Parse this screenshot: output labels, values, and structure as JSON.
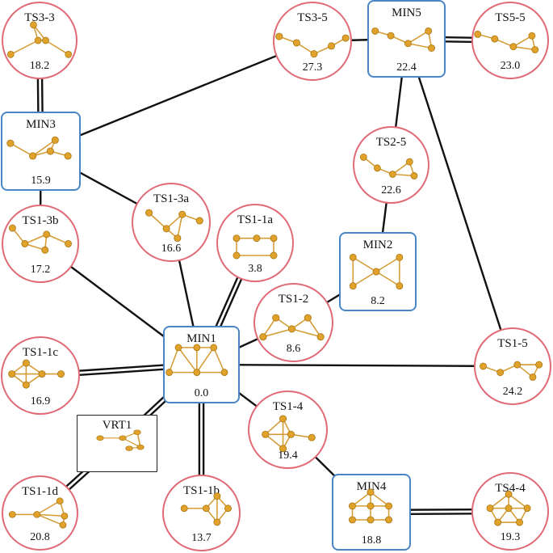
{
  "nodes": [
    {
      "id": "TS3-3",
      "kind": "ts",
      "label": "TS3-3",
      "energy": "18.2"
    },
    {
      "id": "TS3-5",
      "kind": "ts",
      "label": "TS3-5",
      "energy": "27.3"
    },
    {
      "id": "MIN5",
      "kind": "min",
      "label": "MIN5",
      "energy": "22.4"
    },
    {
      "id": "TS5-5",
      "kind": "ts",
      "label": "TS5-5",
      "energy": "23.0"
    },
    {
      "id": "MIN3",
      "kind": "min",
      "label": "MIN3",
      "energy": "15.9"
    },
    {
      "id": "TS2-5",
      "kind": "ts",
      "label": "TS2-5",
      "energy": "22.6"
    },
    {
      "id": "TS1-3b",
      "kind": "ts",
      "label": "TS1-3b",
      "energy": "17.2"
    },
    {
      "id": "TS1-3a",
      "kind": "ts",
      "label": "TS1-3a",
      "energy": "16.6"
    },
    {
      "id": "TS1-1a",
      "kind": "ts",
      "label": "TS1-1a",
      "energy": "3.8"
    },
    {
      "id": "MIN2",
      "kind": "min",
      "label": "MIN2",
      "energy": "8.2"
    },
    {
      "id": "TS1-2",
      "kind": "ts",
      "label": "TS1-2",
      "energy": "8.6"
    },
    {
      "id": "MIN1",
      "kind": "min",
      "label": "MIN1",
      "energy": "0.0"
    },
    {
      "id": "TS1-1c",
      "kind": "ts",
      "label": "TS1-1c",
      "energy": "16.9"
    },
    {
      "id": "TS1-5",
      "kind": "ts",
      "label": "TS1-5",
      "energy": "24.2"
    },
    {
      "id": "VRT1",
      "kind": "vrt",
      "label": "VRT1",
      "energy": ""
    },
    {
      "id": "TS1-4",
      "kind": "ts",
      "label": "TS1-4",
      "energy": "19.4"
    },
    {
      "id": "TS1-1d",
      "kind": "ts",
      "label": "TS1-1d",
      "energy": "20.8"
    },
    {
      "id": "TS1-1b",
      "kind": "ts",
      "label": "TS1-1b",
      "energy": "13.7"
    },
    {
      "id": "MIN4",
      "kind": "min",
      "label": "MIN4",
      "energy": "18.8"
    },
    {
      "id": "TS4-4",
      "kind": "ts",
      "label": "TS4-4",
      "energy": "19.3"
    }
  ],
  "edges": [
    {
      "from": "TS3-3",
      "to": "MIN3",
      "style": "double"
    },
    {
      "from": "MIN3",
      "to": "TS3-5",
      "style": "single"
    },
    {
      "from": "TS3-5",
      "to": "MIN5",
      "style": "single"
    },
    {
      "from": "MIN5",
      "to": "TS5-5",
      "style": "double"
    },
    {
      "from": "MIN5",
      "to": "TS2-5",
      "style": "single"
    },
    {
      "from": "MIN5",
      "to": "TS1-5",
      "style": "single"
    },
    {
      "from": "TS2-5",
      "to": "MIN2",
      "style": "single"
    },
    {
      "from": "MIN3",
      "to": "TS1-3b",
      "style": "single"
    },
    {
      "from": "MIN3",
      "to": "TS1-3a",
      "style": "single"
    },
    {
      "from": "TS1-3b",
      "to": "MIN1",
      "style": "single"
    },
    {
      "from": "TS1-3a",
      "to": "MIN1",
      "style": "single"
    },
    {
      "from": "TS1-1a",
      "to": "MIN1",
      "style": "double"
    },
    {
      "from": "MIN2",
      "to": "TS1-2",
      "style": "single"
    },
    {
      "from": "TS1-2",
      "to": "MIN1",
      "style": "single"
    },
    {
      "from": "TS1-1c",
      "to": "MIN1",
      "style": "double"
    },
    {
      "from": "MIN1",
      "to": "TS1-5",
      "style": "single"
    },
    {
      "from": "MIN1",
      "to": "VRT1",
      "style": "double"
    },
    {
      "from": "VRT1",
      "to": "TS1-1d",
      "style": "double"
    },
    {
      "from": "MIN1",
      "to": "TS1-1b",
      "style": "double"
    },
    {
      "from": "MIN1",
      "to": "TS1-4",
      "style": "single"
    },
    {
      "from": "TS1-4",
      "to": "MIN4",
      "style": "single"
    },
    {
      "from": "MIN4",
      "to": "TS4-4",
      "style": "double"
    }
  ],
  "colors": {
    "ts_border": "#e06a75",
    "min_border": "#4a86c5",
    "vrt_border": "#222222",
    "edge": "#111111",
    "atom": "#e0a22a",
    "atom_edge": "#a8740f",
    "bond": "#d59c35"
  },
  "atom_color_name": "gold"
}
